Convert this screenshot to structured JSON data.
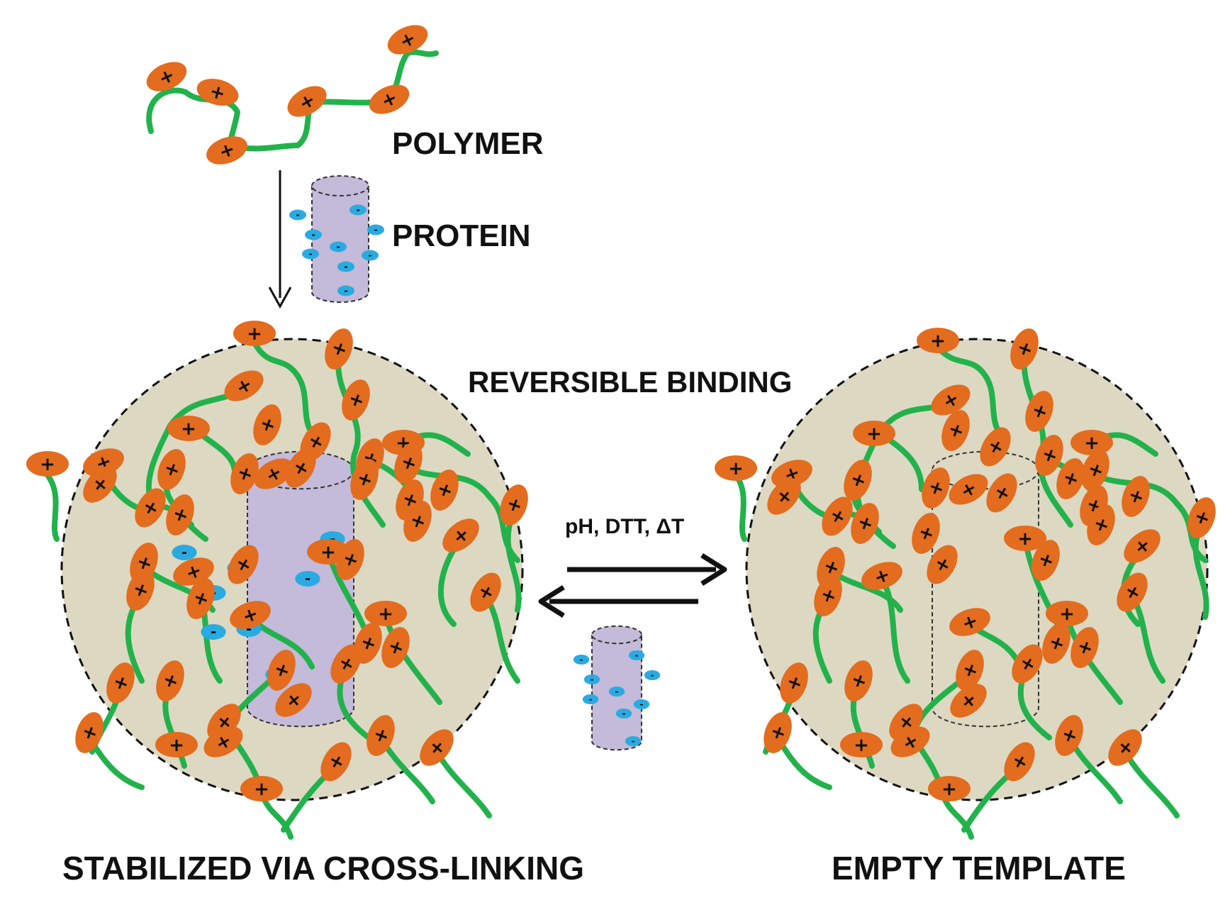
{
  "labels": {
    "polymer": "POLYMER",
    "protein": "PROTEIN",
    "reversible_binding": "REVERSIBLE BINDING",
    "conditions": "pH, DTT, ΔT",
    "stabilized": "STABILIZED VIA CROSS-LINKING",
    "empty_template": "EMPTY TEMPLATE"
  },
  "symbols": {
    "positive": "+",
    "negative": "-"
  },
  "colors": {
    "polymer_chain": "#22b24c",
    "positive_bead": "#e36c1e",
    "negative_charge": "#29abe2",
    "protein_body": "#c4bad9",
    "matrix": "#ddd8c2",
    "arrow": "#111111"
  },
  "icons": [
    "forward-arrow-icon",
    "reverse-arrow-icon",
    "down-arrow-icon"
  ]
}
